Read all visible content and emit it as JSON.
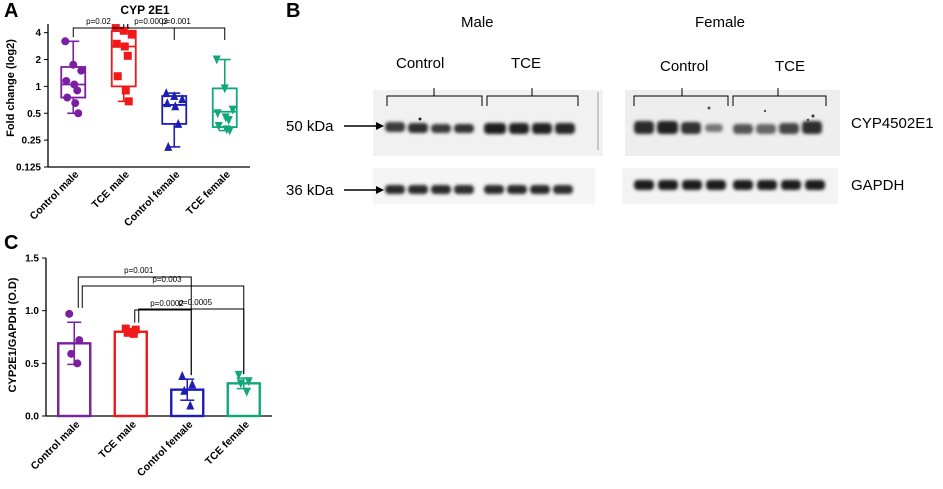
{
  "panels": {
    "a": "A",
    "b": "B",
    "c": "C"
  },
  "colors": {
    "control_male": "#7B1FA2",
    "tce_male": "#F01818",
    "control_female": "#1E1EB4",
    "tce_female": "#12A77A"
  },
  "chart_data": [
    {
      "type": "box",
      "title": "CYP 2E1",
      "ylabel": "Fold change (log2)",
      "xlabel": "",
      "yscale": "log2",
      "ylim": [
        0.125,
        5
      ],
      "yticks": [
        "0.125",
        "0.25",
        "0.5",
        "1",
        "2",
        "4"
      ],
      "grid": false,
      "categories": [
        "Control male",
        "TCE male",
        "Control female",
        "TCE female"
      ],
      "boxes": [
        {
          "name": "Control male",
          "min": 0.5,
          "q1": 0.75,
          "median": 1.05,
          "q3": 1.65,
          "max": 3.2,
          "points": [
            3.2,
            1.75,
            1.5,
            1.15,
            1.05,
            0.9,
            0.75,
            0.65,
            0.5
          ]
        },
        {
          "name": "TCE male",
          "min": 0.68,
          "q1": 1.0,
          "median": 2.8,
          "q3": 4.2,
          "max": 4.5,
          "points": [
            4.5,
            4.2,
            3.8,
            3.0,
            2.8,
            2.2,
            1.3,
            0.9,
            0.68
          ]
        },
        {
          "name": "Control female",
          "min": 0.21,
          "q1": 0.38,
          "median": 0.62,
          "q3": 0.78,
          "max": 0.84,
          "points": [
            0.84,
            0.78,
            0.72,
            0.65,
            0.6,
            0.38,
            0.21
          ]
        },
        {
          "name": "TCE female",
          "min": 0.32,
          "q1": 0.35,
          "median": 0.52,
          "q3": 0.95,
          "max": 2.0,
          "points": [
            2.0,
            0.95,
            0.55,
            0.5,
            0.45,
            0.42,
            0.36,
            0.33,
            0.32
          ]
        }
      ],
      "comparisons": [
        {
          "from": 0,
          "to": 1,
          "label": "p=0.02"
        },
        {
          "from": 1,
          "to": 2,
          "label": "p=0.0003"
        },
        {
          "from": 1,
          "to": 3,
          "label": "p=0.001"
        }
      ]
    },
    {
      "type": "bar",
      "title": "",
      "ylabel": "CYP2E1/GAPDH (O.D)",
      "xlabel": "",
      "ylim": [
        0,
        1.5
      ],
      "yticks": [
        "0.0",
        "0.5",
        "1.0",
        "1.5"
      ],
      "grid": false,
      "categories": [
        "Control male",
        "TCE male",
        "Control female",
        "TCE female"
      ],
      "values": [
        0.69,
        0.8,
        0.25,
        0.31
      ],
      "errors": [
        0.2,
        0.03,
        0.1,
        0.05
      ],
      "points": [
        [
          0.97,
          0.72,
          0.59,
          0.5
        ],
        [
          0.83,
          0.82,
          0.79,
          0.78
        ],
        [
          0.38,
          0.3,
          0.24,
          0.1
        ],
        [
          0.39,
          0.33,
          0.31,
          0.23
        ]
      ],
      "comparisons": [
        {
          "from": 0,
          "to": 2,
          "label": "p=0.001"
        },
        {
          "from": 0,
          "to": 3,
          "label": "p=0.003"
        },
        {
          "from": 1,
          "to": 2,
          "label": "p=0.0002"
        },
        {
          "from": 1,
          "to": 3,
          "label": "p=0.0005"
        }
      ]
    }
  ],
  "blot": {
    "male_label": "Male",
    "female_label": "Female",
    "male_control": "Control",
    "male_tce": "TCE",
    "female_control": "Control",
    "female_tce": "TCE",
    "marker_50": "50 kDa",
    "marker_36": "36 kDa",
    "band_cyp": "CYP4502E1",
    "band_gapdh": "GAPDH"
  }
}
